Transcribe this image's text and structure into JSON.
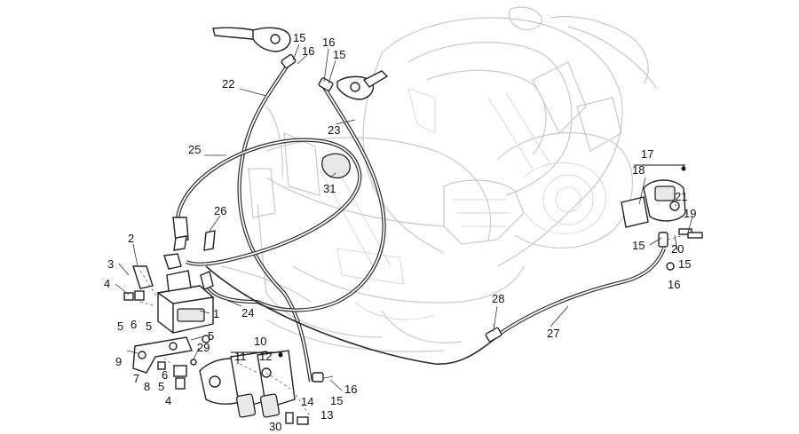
{
  "callouts": {
    "c1": "1",
    "c2": "2",
    "c3": "3",
    "c4a": "4",
    "c4b": "4",
    "c5a": "5",
    "c5b": "5",
    "c5c": "5",
    "c5d": "5",
    "c6a": "6",
    "c6b": "6",
    "c7": "7",
    "c8": "8",
    "c9": "9",
    "c10": "10",
    "c11": "11",
    "c12": "12",
    "c13": "13",
    "c14": "14",
    "c15a": "15",
    "c15b": "15",
    "c15c": "15",
    "c15d": "15",
    "c15e": "15",
    "c16a": "16",
    "c16b": "16",
    "c16c": "16",
    "c16d": "16",
    "c17": "17",
    "c18": "18",
    "c19": "19",
    "c20": "20",
    "c21": "21",
    "c22": "22",
    "c23": "23",
    "c24": "24",
    "c25": "25",
    "c26": "26",
    "c27": "27",
    "c28": "28",
    "c29": "29",
    "c30": "30",
    "c31": "31"
  },
  "colors": {
    "line": "#222222",
    "ghost": "#c9c9c9",
    "background": "#ffffff"
  }
}
